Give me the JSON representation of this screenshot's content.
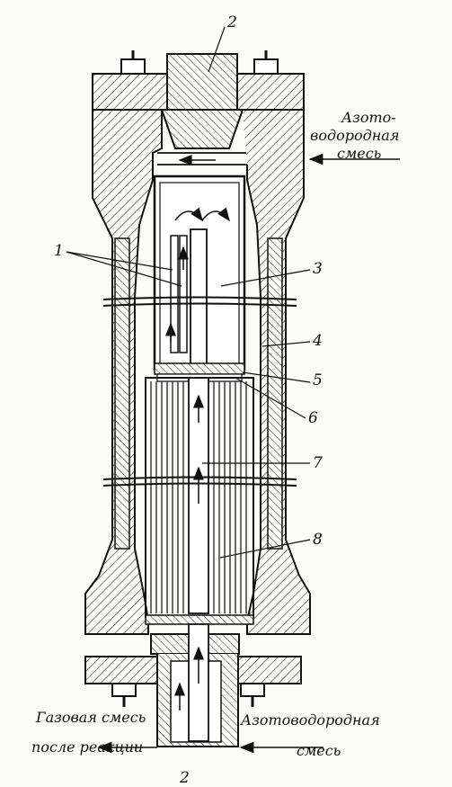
{
  "labels": {
    "n1": "1",
    "n2_top": "2",
    "n2_bottom": "2",
    "n3": "3",
    "n4": "4",
    "n5": "5",
    "n6": "6",
    "n7": "7",
    "n8": "8"
  },
  "captions": {
    "inlet_top_line1": "Азото-",
    "inlet_top_line2": "водородная",
    "inlet_top_line3": "смесь",
    "outlet_bottom_line1": "Газовая смесь",
    "outlet_bottom_line2": "после реакции",
    "inlet_bottom_line1": "Азотоводородная",
    "inlet_bottom_line2": "смесь"
  },
  "colors": {
    "ink": "#111111",
    "paper": "#fbfbf9"
  }
}
